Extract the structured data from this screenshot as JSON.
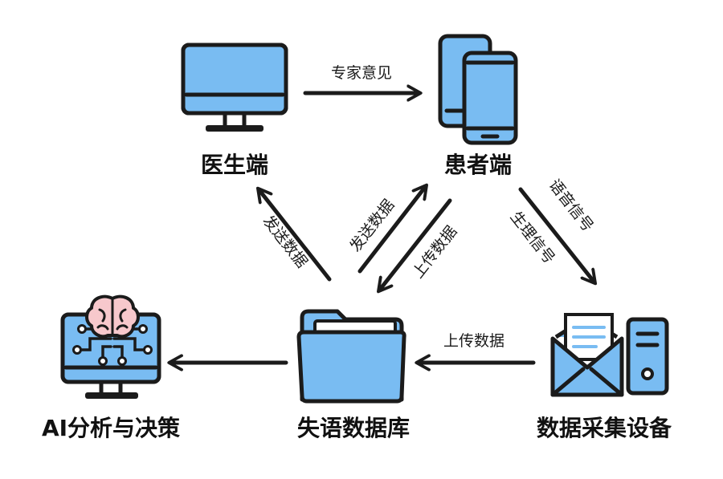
{
  "nodes": {
    "doctor": "医生端",
    "patient": "患者端",
    "ai": "AI分析与决策",
    "database": "失语数据库",
    "collector": "数据采集设备"
  },
  "edges": {
    "doctor_to_patient": "专家意见",
    "db_to_doctor": "发送数据",
    "db_to_patient": "发送数据",
    "patient_to_db": "上传数据",
    "patient_to_collector_1": "语音信号",
    "patient_to_collector_2": "生理信号",
    "collector_to_db": "上传数据"
  },
  "icons": {
    "doctor": "desktop-monitor-icon",
    "patient": "smartphones-icon",
    "ai": "ai-brain-monitor-icon",
    "database": "folder-icon",
    "collector_mail": "envelope-letter-icon",
    "collector_tower": "pc-tower-icon"
  },
  "colors": {
    "icon_fill": "#79BCF2",
    "icon_light": "#D8ECFB",
    "brain": "#F7C8CC",
    "outline": "#1b1b1b"
  }
}
